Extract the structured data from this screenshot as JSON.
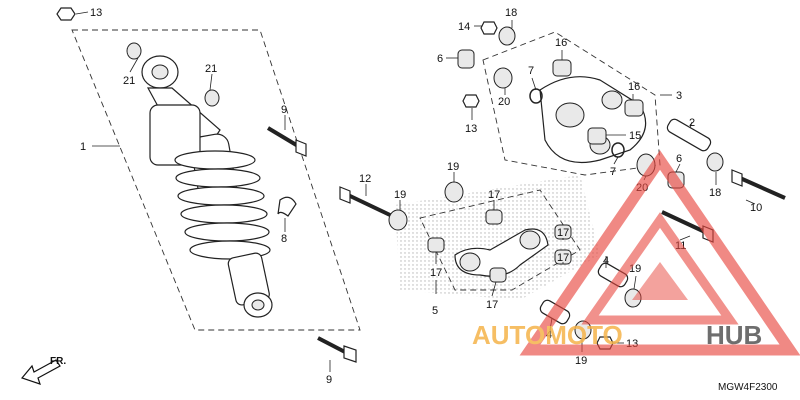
{
  "callouts": [
    {
      "id": "c13a",
      "text": "13"
    },
    {
      "id": "c21a",
      "text": "21"
    },
    {
      "id": "c21b",
      "text": "21"
    },
    {
      "id": "c9a",
      "text": "9"
    },
    {
      "id": "c1",
      "text": "1"
    },
    {
      "id": "c8",
      "text": "8"
    },
    {
      "id": "c9b",
      "text": "9"
    },
    {
      "id": "c14",
      "text": "14"
    },
    {
      "id": "c18a",
      "text": "18"
    },
    {
      "id": "c6a",
      "text": "6"
    },
    {
      "id": "c16a",
      "text": "16"
    },
    {
      "id": "c7a",
      "text": "7"
    },
    {
      "id": "c20a",
      "text": "20"
    },
    {
      "id": "c16b",
      "text": "16"
    },
    {
      "id": "c3",
      "text": "3"
    },
    {
      "id": "c13b",
      "text": "13"
    },
    {
      "id": "c2",
      "text": "2"
    },
    {
      "id": "c15",
      "text": "15"
    },
    {
      "id": "c19a",
      "text": "19"
    },
    {
      "id": "c12",
      "text": "12"
    },
    {
      "id": "c19b",
      "text": "19"
    },
    {
      "id": "c7b",
      "text": "7"
    },
    {
      "id": "c20b",
      "text": "20"
    },
    {
      "id": "c6b",
      "text": "6"
    },
    {
      "id": "c18b",
      "text": "18"
    },
    {
      "id": "c10",
      "text": "10"
    },
    {
      "id": "c17a",
      "text": "17"
    },
    {
      "id": "c17b",
      "text": "17"
    },
    {
      "id": "c17c",
      "text": "17"
    },
    {
      "id": "c17d",
      "text": "17"
    },
    {
      "id": "c17e",
      "text": "17"
    },
    {
      "id": "c11",
      "text": "11"
    },
    {
      "id": "c5",
      "text": "5"
    },
    {
      "id": "c4a",
      "text": "4"
    },
    {
      "id": "c19c",
      "text": "19"
    },
    {
      "id": "c4b",
      "text": "4"
    },
    {
      "id": "c19d",
      "text": "19"
    },
    {
      "id": "c13c",
      "text": "13"
    }
  ],
  "direction_label": "FR.",
  "diagram_code": "MGW4F2300",
  "watermark": {
    "word_left": "AUTOMOTO",
    "word_right": "HUB",
    "color_left": "#f5b34a",
    "color_right": "#555555",
    "triangle_color": "#e8473f"
  }
}
